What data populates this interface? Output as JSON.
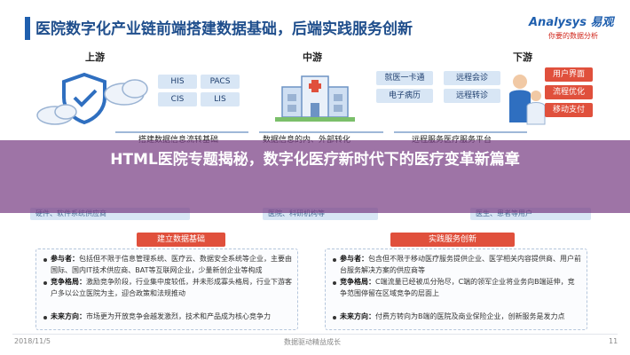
{
  "slide": {
    "title": "医院数字化产业链前端搭建数据基础，后端实践服务创新",
    "logo_text": "Analysys 易观",
    "logo_sub": "你要的数据分析"
  },
  "stages": {
    "upstream": "上游",
    "midstream": "中游",
    "downstream": "下游"
  },
  "systems": [
    "HIS",
    "PACS",
    "CIS",
    "LIS"
  ],
  "mid_services": [
    "就医一卡通",
    "远程会诊",
    "电子病历",
    "远程转诊"
  ],
  "down_services": [
    "用户界面",
    "流程优化",
    "移动支付"
  ],
  "flows": {
    "left": "搭建数据信息流转基础",
    "mid": "数据信息的内、外部转化",
    "right": "远程服务医疗服务平台"
  },
  "chain": {
    "left": "硬件、软件系统供应商",
    "mid": "医院、科研机构等",
    "right": "医生、患者等用户"
  },
  "banner": {
    "headline": "HTML医院专题揭秘，数字化医疗新时代下的医疗变革新篇章"
  },
  "sections": {
    "left": {
      "head": "建立数据基础",
      "items": [
        {
          "label": "参与者：",
          "text": "包括但不限于信息管理系统、医疗云、数据安全系统等企业，主要由国际、国内IT技术供应商、BAT等互联网企业，少量新创企业等构成"
        },
        {
          "label": "竞争格局：",
          "text": "激励竞争阶段，行业集中度较低，并未形成寡头格局，行业下游客户多以公立医院为主，迎合政策和法规推动"
        },
        {
          "label": "未来方向：",
          "text": "市场更为开放竞争会越发激烈，技术和产品成为核心竞争力"
        }
      ]
    },
    "right": {
      "head": "实践服务创新",
      "items": [
        {
          "label": "参与者：",
          "text": "包含但不限于移动医疗服务提供企业、医学相关内容提供商、用户前台服务解决方案的供应商等"
        },
        {
          "label": "竞争格局：",
          "text": "C端流量已经被瓜分殆尽，C端的领军企业将业务向B端延伸，竞争范围停留在区域竞争的层面上"
        },
        {
          "label": "未来方向：",
          "text": "付费方转向为B端的医院及商业保险企业，创新服务是发力点"
        }
      ]
    }
  },
  "footer": {
    "date": "2018/11/5",
    "center": "数据驱动精益成长",
    "page": "11"
  },
  "colors": {
    "brand_blue": "#1f5fae",
    "accent_red": "#e0503c",
    "banner_purple": "#783e84",
    "tag_blue": "#d8e6f5"
  }
}
